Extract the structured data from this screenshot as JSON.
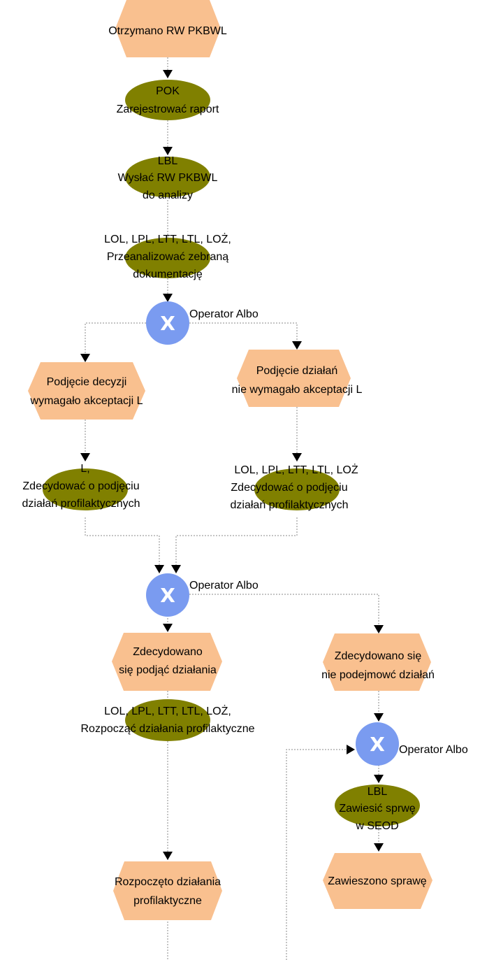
{
  "events": {
    "e1": [
      "Otrzymano RW PKBWL"
    ],
    "e2": [
      "Podjęcie decyzji",
      "wymagało akceptacji L"
    ],
    "e3": [
      "Podjęcie działań",
      "nie wymagało akceptacji L"
    ],
    "e4": [
      "Zdecydowano",
      "się podjąć działania"
    ],
    "e5": [
      "Zdecydowano się",
      "nie podejmowć działań"
    ],
    "e6": [
      "Rozpoczęto działania",
      "profilaktyczne"
    ],
    "e7": [
      "Zawieszono sprawę"
    ]
  },
  "functions": {
    "f1": [
      "POK",
      "Zarejestrować raport"
    ],
    "f2": [
      "LBL",
      "Wysłać RW PKBWL",
      "do analizy"
    ],
    "f3": [
      "LOL, LPL, LTT, LTL, LOŻ,",
      "Przeanalizować zebraną",
      "dokumentację"
    ],
    "f4": [
      "L,",
      "Zdecydować o podjęciu",
      "działań profilaktycznych"
    ],
    "f5": [
      "LOL, LPL, LTT, LTL, LOŻ",
      "Zdecydować o podjęciu",
      "działań profilaktycznych"
    ],
    "f6": [
      "LOL, LPL, LTT, LTL, LOŻ,",
      "Rozpocząć działania profilaktyczne"
    ],
    "f7": [
      "LBL",
      "Zawiesić sprwę",
      "w SEOD"
    ]
  },
  "operators": {
    "symbol": "X",
    "o1": "Operator Albo",
    "o2": "Operator Albo",
    "o3": "Operator Albo"
  },
  "colors": {
    "event": "#f9c08f",
    "function": "#808000",
    "operator": "#7a9bf0"
  }
}
